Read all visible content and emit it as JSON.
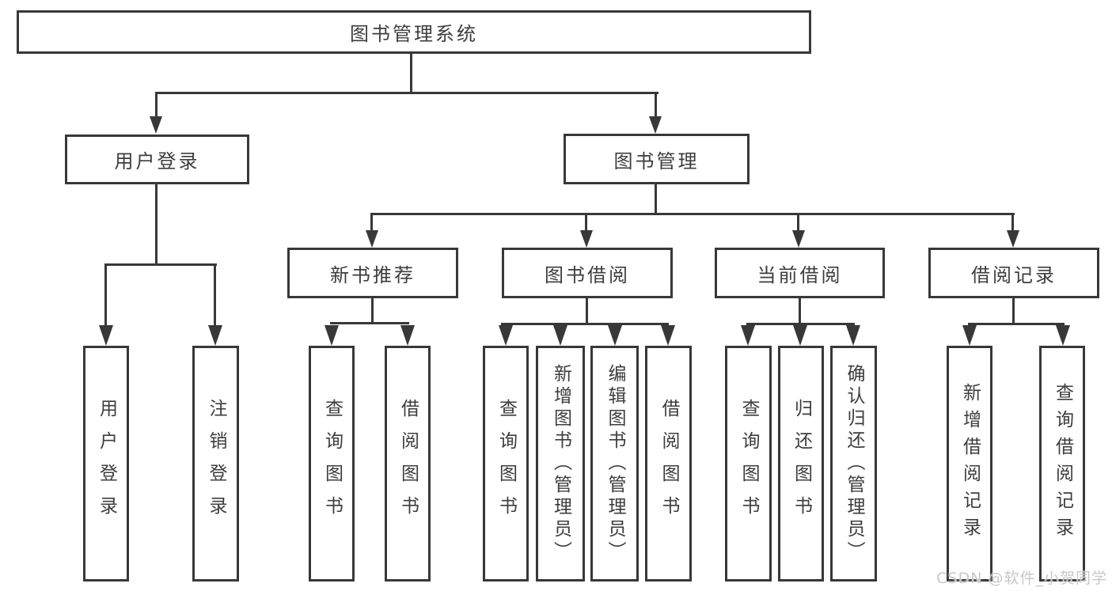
{
  "diagram": {
    "root": "图书管理系统",
    "branches": [
      "用户登录",
      "图书管理"
    ],
    "modules": [
      "新书推荐",
      "图书借阅",
      "当前借阅",
      "借阅记录"
    ],
    "leaves": {
      "user_login": [
        "用户登录",
        "注销登录"
      ],
      "new_book": [
        "查询图书",
        "借阅图书"
      ],
      "book_borrow": [
        "查询图书",
        "新增图书（管理员）",
        "编辑图书（管理员）",
        "借阅图书"
      ],
      "current_borrow": [
        "查询图书",
        "归还图书",
        "确认归还（管理员）"
      ],
      "borrow_record": [
        "新增借阅记录",
        "查询借阅记录"
      ]
    },
    "colors": {
      "line": "#383838",
      "text": "#3d3d3d",
      "background": "#ffffff"
    }
  },
  "watermark": {
    "text": "CSDN @软件_小贺同学",
    "color": "#c8c8c8"
  }
}
